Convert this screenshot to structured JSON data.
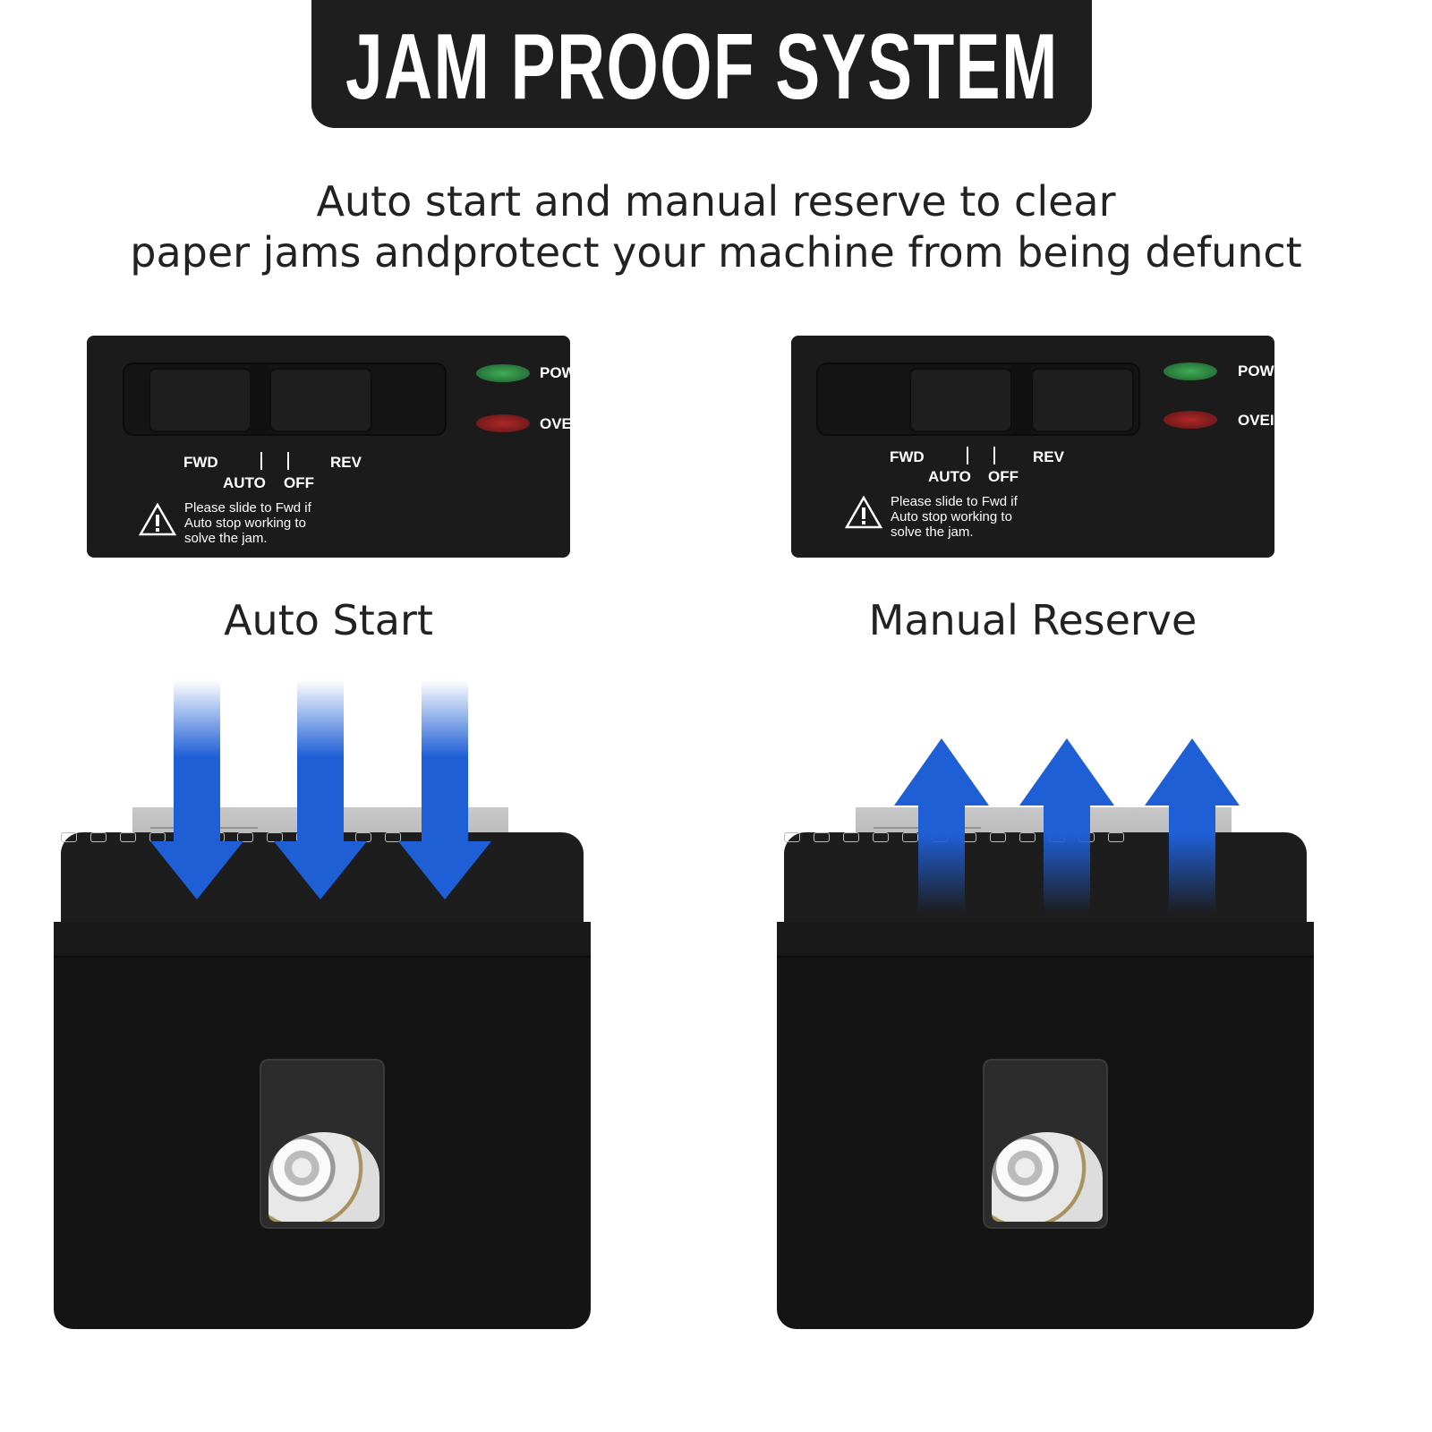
{
  "header": {
    "title": "JAM PROOF SYSTEM"
  },
  "subtitle": {
    "line1": "Auto start and manual reserve to clear",
    "line2": "paper jams andprotect your machine from being defunct"
  },
  "colors": {
    "arrow": "#1e5fd6",
    "title_bg": "#1e1e1e",
    "power_led": "#2f8f45",
    "overload_led": "#8e1d1d"
  },
  "panels": [
    {
      "power_label": "POW",
      "overload_label": "OVE",
      "fwd": "FWD",
      "auto": "AUTO",
      "off": "OFF",
      "rev": "REV",
      "warning_icon": "warning-triangle-icon",
      "warning": [
        "Please slide to Fwd if",
        "Auto stop working to",
        "solve the jam."
      ],
      "slider_position": "AUTO",
      "caption": "Auto Start"
    },
    {
      "power_label": "POW",
      "overload_label": "OVEI",
      "fwd": "FWD",
      "auto": "AUTO",
      "off": "OFF",
      "rev": "REV",
      "warning_icon": "warning-triangle-icon",
      "warning": [
        "Please slide to Fwd if",
        "Auto stop working to",
        "solve the jam."
      ],
      "slider_position": "REV",
      "caption": "Manual Reserve"
    }
  ],
  "illustrations": [
    {
      "arrow_direction": "down",
      "arrow_count": 3
    },
    {
      "arrow_direction": "up",
      "arrow_count": 3
    }
  ]
}
